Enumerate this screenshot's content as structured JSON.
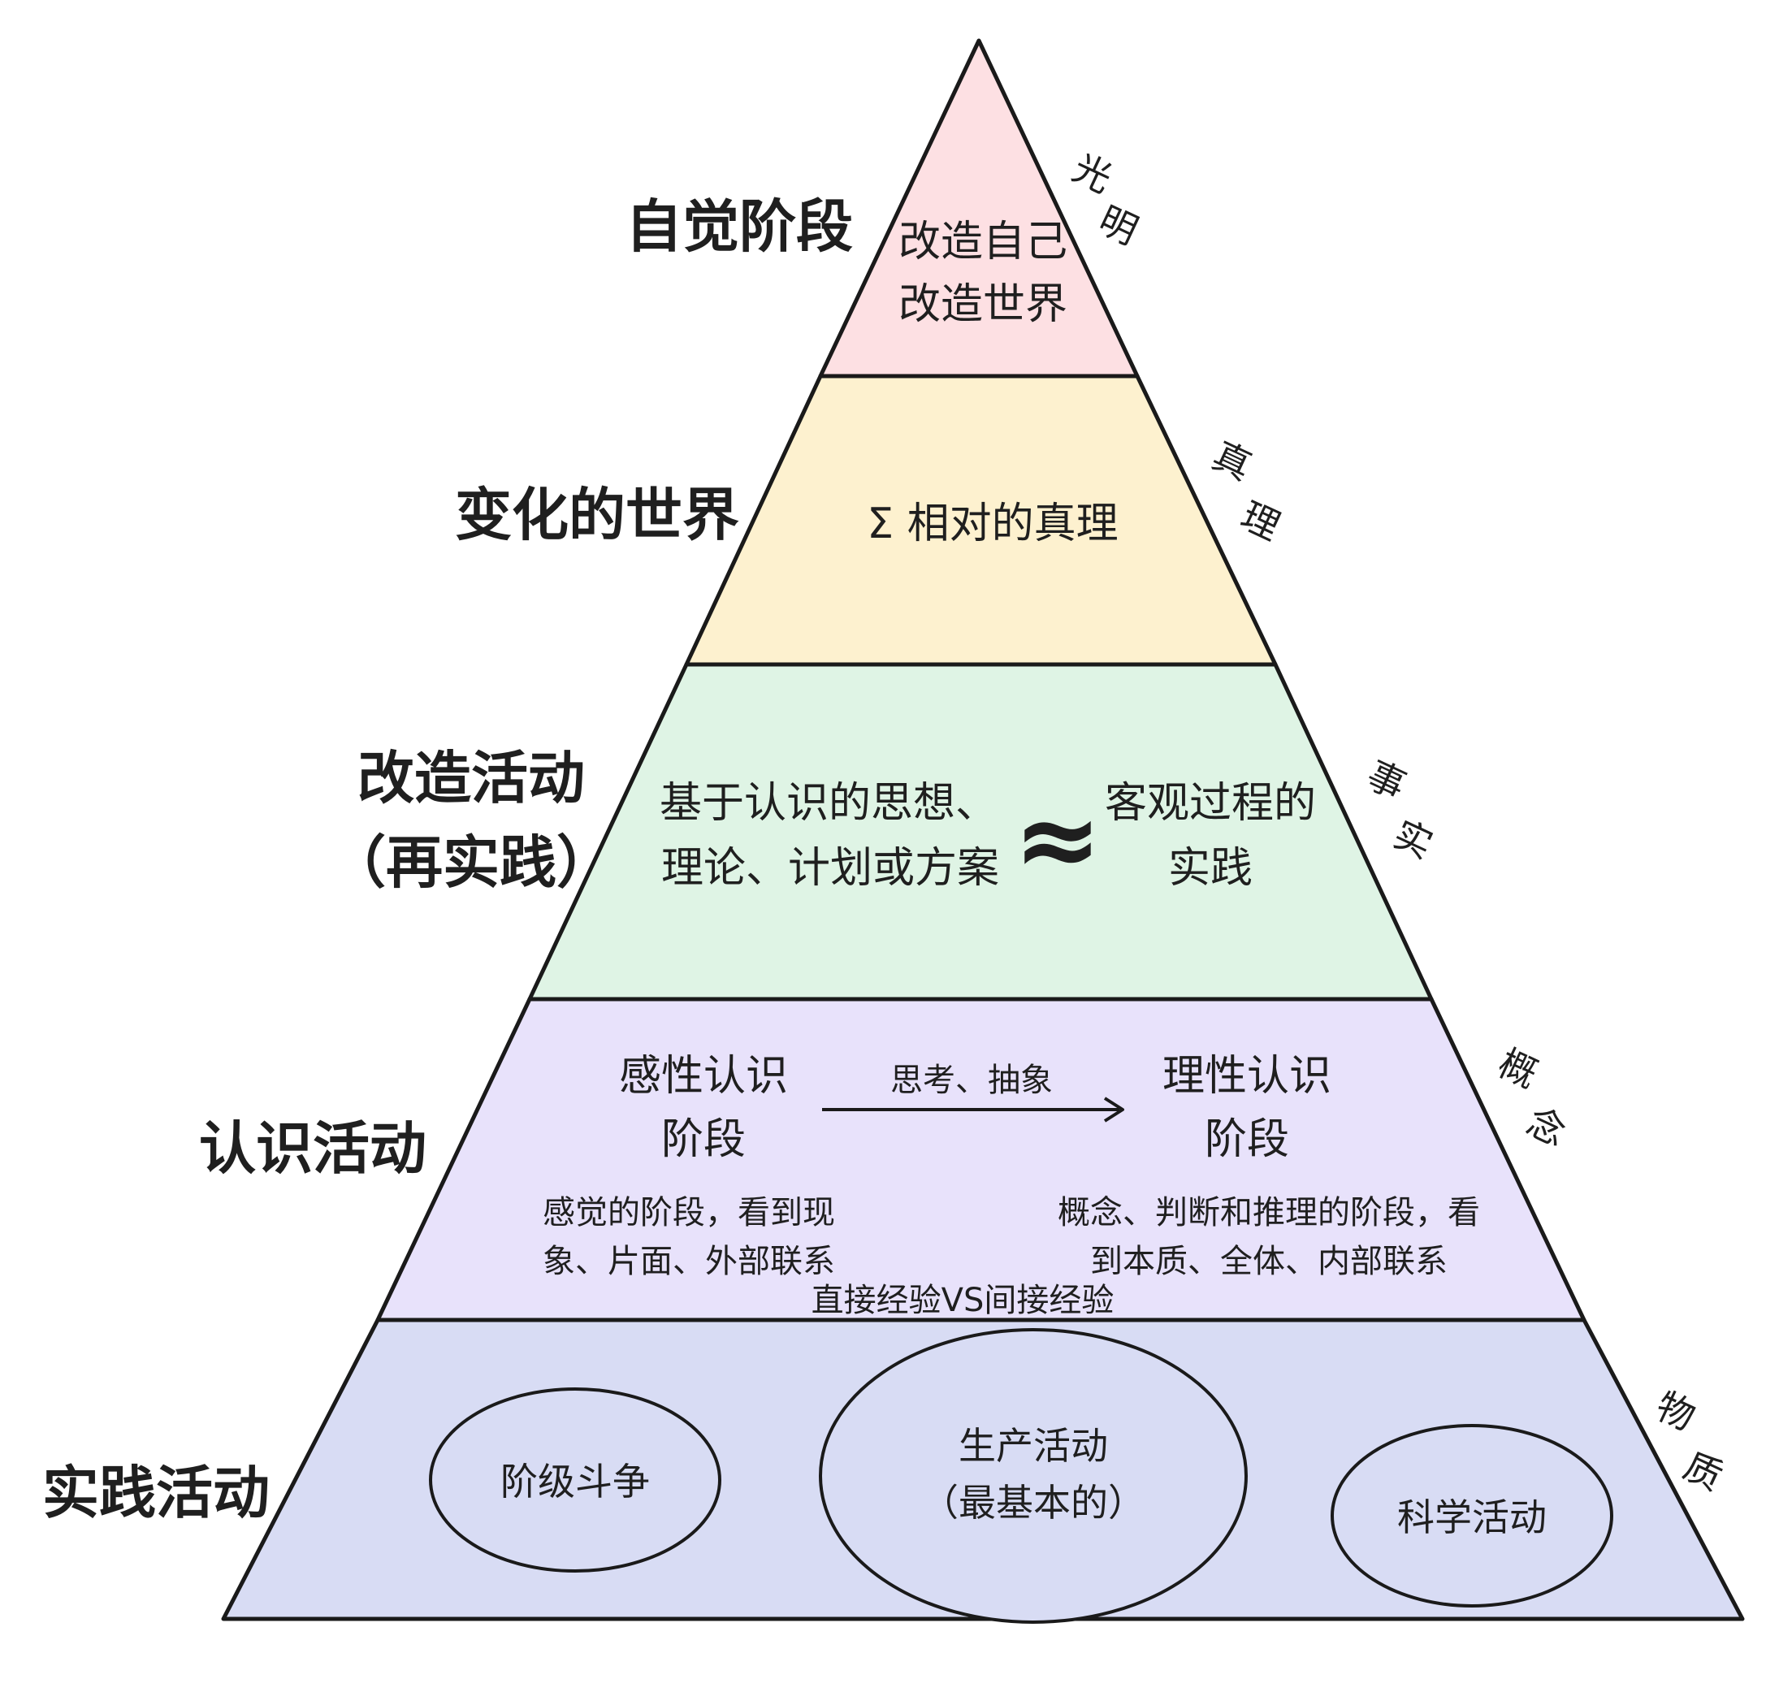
{
  "colors": {
    "tier1": "#fde0e3",
    "tier2": "#fdf1cf",
    "tier3": "#dff4e5",
    "tier4": "#e8e2fb",
    "tier5": "#d8dcf4",
    "stroke": "#1a1a1a"
  },
  "labels": {
    "tier1": "自觉阶段",
    "tier2": "变化的世界",
    "tier3_line1": "改造活动",
    "tier3_line2": "（再实践）",
    "tier4": "认识活动",
    "tier5": "实践活动"
  },
  "tier1": {
    "line1": "改造自己",
    "line2": "改造世界"
  },
  "tier2": {
    "text": "Σ 相对的真理"
  },
  "tier3": {
    "left_line1": "基于认识的思想、",
    "left_line2": "理论、计划或方案",
    "approx": "≈",
    "right_line1": "客观过程的",
    "right_line2": "实践"
  },
  "tier4": {
    "left_title_line1": "感性认识",
    "left_title_line2": "阶段",
    "arrow_label": "思考、抽象",
    "right_title_line1": "理性认识",
    "right_title_line2": "阶段",
    "left_desc_line1": "感觉的阶段，看到现",
    "left_desc_line2": "象、片面、外部联系",
    "right_desc_line1": "概念、判断和推理的阶段，看",
    "right_desc_line2": "到本质、全体、内部联系",
    "bottom_note": "直接经验VS间接经验"
  },
  "tier5": {
    "ellipse_left": "阶级斗争",
    "ellipse_center_line1": "生产活动",
    "ellipse_center_line2": "（最基本的）",
    "ellipse_right": "科学活动"
  },
  "edge_labels": {
    "tier1_a": "光",
    "tier1_b": "明",
    "tier2_a": "真",
    "tier2_b": "理",
    "tier3_a": "事",
    "tier3_b": "实",
    "tier4_a": "概",
    "tier4_b": "念",
    "tier5_a": "物",
    "tier5_b": "质"
  }
}
